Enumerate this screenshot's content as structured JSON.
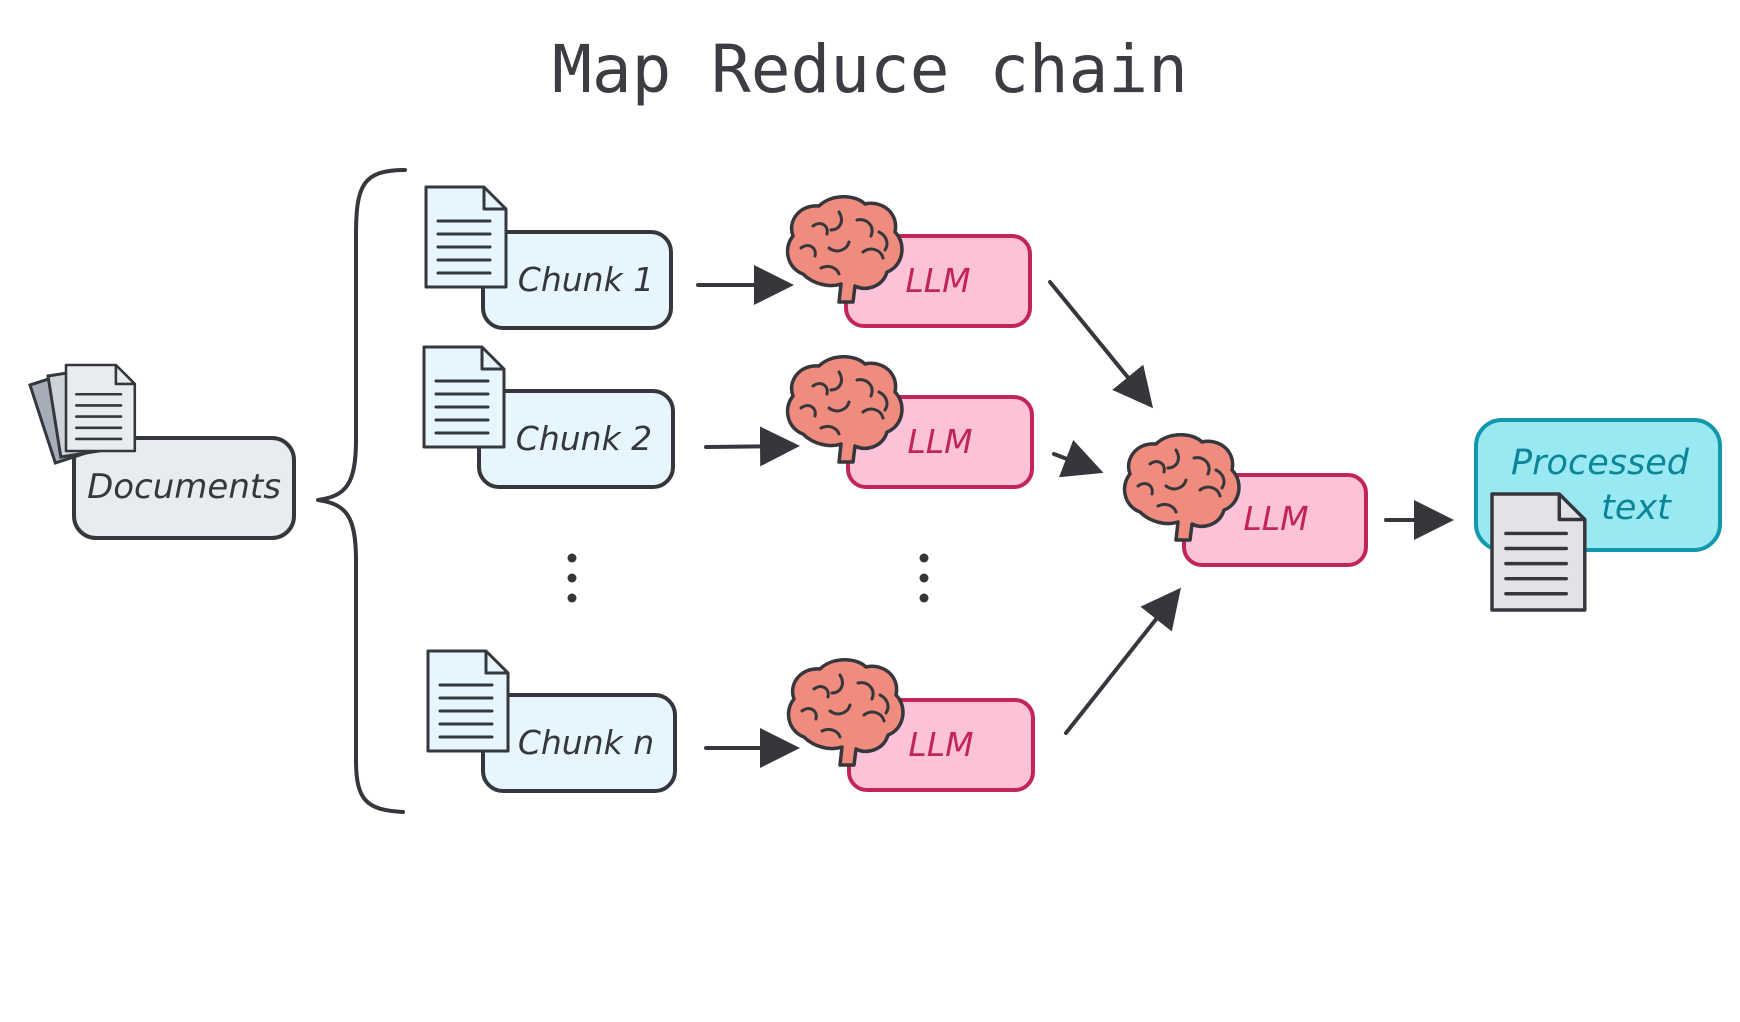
{
  "title": "Map Reduce chain",
  "documents": {
    "label": "Documents"
  },
  "chunks": [
    {
      "label": "Chunk 1"
    },
    {
      "label": "Chunk 2"
    },
    {
      "label": "Chunk n"
    }
  ],
  "map_llms": [
    {
      "label": "LLM"
    },
    {
      "label": "LLM"
    },
    {
      "label": "LLM"
    }
  ],
  "reduce_llm": {
    "label": "LLM"
  },
  "output": {
    "line1": "Processed",
    "line2": "text"
  },
  "colors": {
    "ink": "#35373c",
    "documents_fill": "#e9ecef",
    "chunk_fill": "#e7f5ff",
    "llm_fill": "#fcc2d7",
    "llm_stroke": "#c2255c",
    "llm_text": "#c2255c",
    "brain": "#f08c7e",
    "output_fill": "#99e9f2",
    "output_stroke": "#1098ad",
    "output_text": "#0c8599",
    "paper_gray": "#e1e3e6"
  }
}
